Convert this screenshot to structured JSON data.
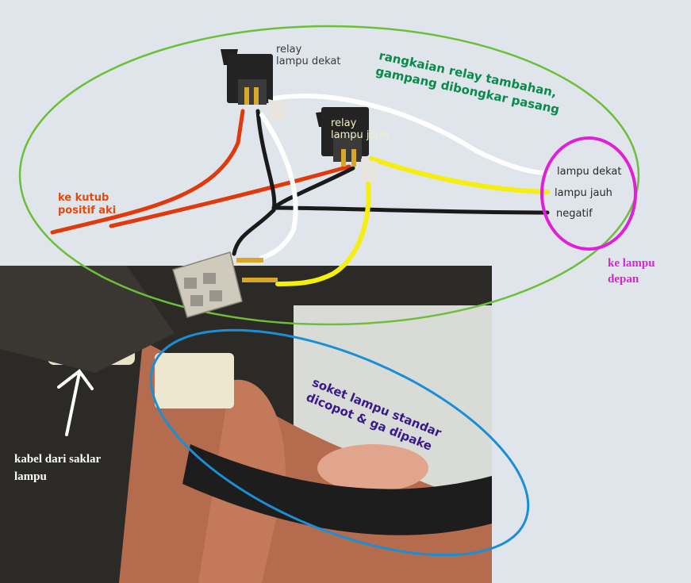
{
  "colors": {
    "background": "#dfe5ea",
    "circuit_ellipse": "#6dbf3a",
    "lamp_circle": "#e020d8",
    "socket_ellipse": "#1a8fd6",
    "wire_red": "#e03a0c",
    "wire_black": "#1a1a1a",
    "wire_white": "#ffffff",
    "wire_yellow": "#f5ee10",
    "text_green": "#0a8a4a",
    "text_orange": "#e04a10",
    "text_magenta": "#e020d8",
    "text_purple": "#3a1a8a"
  },
  "labels": {
    "relay_dekat_1": "relay",
    "relay_dekat_2": "lampu dekat",
    "relay_jauh_1": "relay",
    "relay_jauh_2": "lampu jauh",
    "rangkaian_1": "rangkaian relay tambahan,",
    "rangkaian_2": "gampang dibongkar pasang",
    "ke_kutub_1": "ke kutub",
    "ke_kutub_2": "positif aki",
    "lampu_dekat": "lampu dekat",
    "lampu_jauh": "lampu jauh",
    "negatif": "negatif",
    "ke_lampu_1": "ke lampu",
    "ke_lampu_2": "depan",
    "soket_1": "soket lampu standar",
    "soket_2": "dicopot & ga dipake",
    "kabel_1": "kabel dari saklar",
    "kabel_2": "lampu"
  },
  "icons": [
    "relay-icon",
    "connector-plug-icon",
    "arrow-up-icon",
    "hand-photo"
  ]
}
